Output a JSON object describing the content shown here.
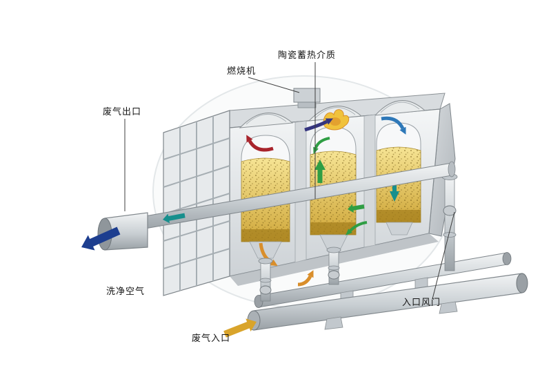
{
  "diagram": {
    "type": "rto-regenerative-thermal-oxidizer-cutaway",
    "labels": {
      "ceramic_media": "陶瓷蓄热介质",
      "burner": "燃烧机",
      "exhaust_outlet": "废气出口",
      "clean_air": "洗净空气",
      "inlet_damper": "入口风门",
      "exhaust_inlet": "废气入口"
    },
    "icons": {
      "flame": "flame-icon",
      "clean_air_flow": "big-blue-arrow-down-left",
      "exhaust_in_flow": "gold-arrow-into-pipe",
      "internal_flow": "green-teal-red-purple-circulation-arrows"
    },
    "colors": {
      "arrow_clean_air": "#1d3e8f",
      "arrow_teal": "#178f8d",
      "arrow_green": "#2f9e44",
      "arrow_red": "#a8242c",
      "arrow_purple": "#35357f",
      "arrow_blue": "#2e78b8",
      "arrow_orange": "#d98e2b",
      "arrow_gold": "#d9a42b",
      "ceramic_bed_top": "#f6e494",
      "ceramic_bed_bottom": "#cfa73a",
      "shell_light": "#f4f6f7",
      "shell_dark": "#cfd4d8",
      "pipe_gray": "#c6ccd0",
      "background": "#ffffff"
    }
  }
}
